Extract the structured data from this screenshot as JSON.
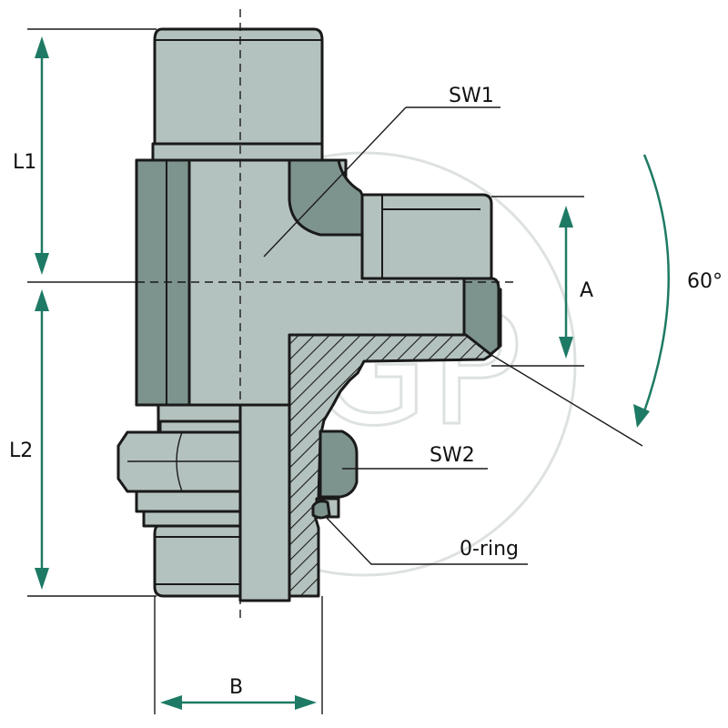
{
  "labels": {
    "L1": "L1",
    "L2": "L2",
    "SW1": "SW1",
    "SW2": "SW2",
    "A": "A",
    "B": "B",
    "angle": "60°",
    "oring": "0-ring"
  },
  "watermark": "AGP",
  "colors": {
    "steel": "#b4c2bf",
    "steel_dark": "#7d938e",
    "outline": "#1a1a1a",
    "dimension": "#1e7a64"
  }
}
